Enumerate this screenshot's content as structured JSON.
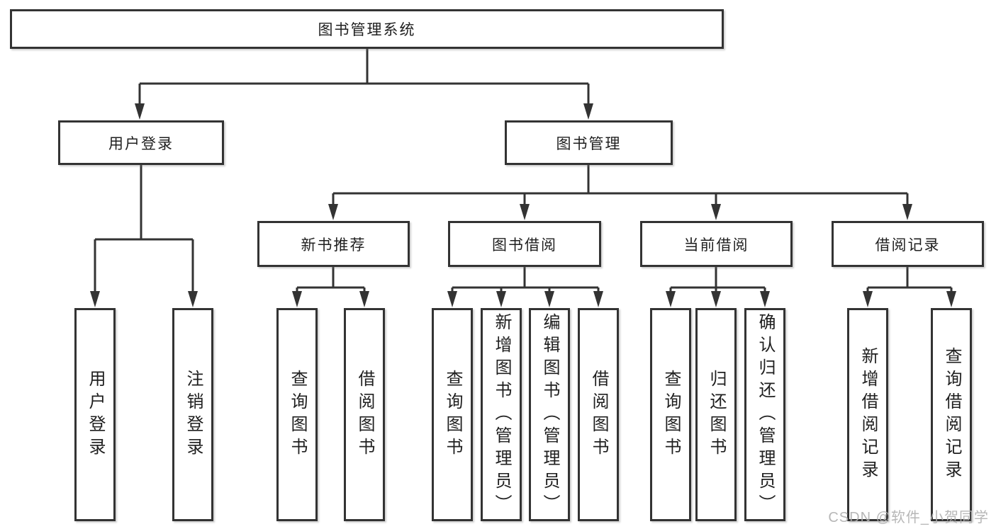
{
  "diagram": {
    "root": {
      "label": "图书管理系统"
    },
    "level1": [
      {
        "label": "用户登录"
      },
      {
        "label": "图书管理"
      }
    ],
    "level2": [
      {
        "label": "新书推荐"
      },
      {
        "label": "图书借阅"
      },
      {
        "label": "当前借阅"
      },
      {
        "label": "借阅记录"
      }
    ],
    "leaves": {
      "user_login": [
        {
          "label": "用户登录"
        },
        {
          "label": "注销登录"
        }
      ],
      "new_book": [
        {
          "label": "查询图书"
        },
        {
          "label": "借阅图书"
        }
      ],
      "book_borrow": [
        {
          "label": "查询图书"
        },
        {
          "label": "新增图书（管理员）"
        },
        {
          "label": "编辑图书（管理员）"
        },
        {
          "label": "借阅图书"
        }
      ],
      "current_borrow": [
        {
          "label": "查询图书"
        },
        {
          "label": "归还图书"
        },
        {
          "label": "确认归还（管理员）"
        }
      ],
      "borrow_records": [
        {
          "label": "新增借阅记录"
        },
        {
          "label": "查询借阅记录"
        }
      ]
    }
  },
  "watermark": {
    "text": "CSDN @软件_小贺同学"
  },
  "colors": {
    "line": "#333333",
    "text": "#1f1f1f",
    "bg": "#ffffff",
    "watermark": "#b0b0b0"
  }
}
